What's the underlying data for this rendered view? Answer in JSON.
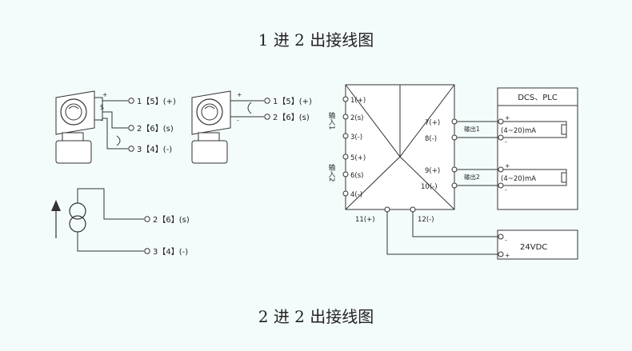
{
  "titles": {
    "top": "1 进 2 出接线图",
    "bottom": "2 进 2 出接线图"
  },
  "transmitter_a": {
    "marks": [
      "+",
      "S",
      "-"
    ],
    "terminals": [
      "1【5】(+)",
      "2【6】(s)",
      "3【4】(-)"
    ]
  },
  "transmitter_b": {
    "marks": [
      "+",
      "-"
    ],
    "terminals": [
      "1【5】(+)",
      "2【6】(s)"
    ]
  },
  "current_source": {
    "terminals": [
      "2【6】(s)",
      "3【4】(-)"
    ]
  },
  "isolator": {
    "input1_label": "输入1",
    "input2_label": "输入2",
    "input_terminals": [
      "1(+)",
      "2(s)",
      "3(-)",
      "5(+)",
      "6(s)",
      "4(-)"
    ],
    "output_terminals": [
      "7(+)",
      "8(-)",
      "9(+)",
      "10(-)"
    ],
    "power_terminals": [
      "11(+)",
      "12(-)"
    ],
    "output1_label": "输出1",
    "output2_label": "输出2"
  },
  "receiver": {
    "title": "DCS、PLC",
    "signal1": "(4~20)mA",
    "signal2": "(4~20)mA"
  },
  "power_supply": {
    "label": "24VDC"
  }
}
